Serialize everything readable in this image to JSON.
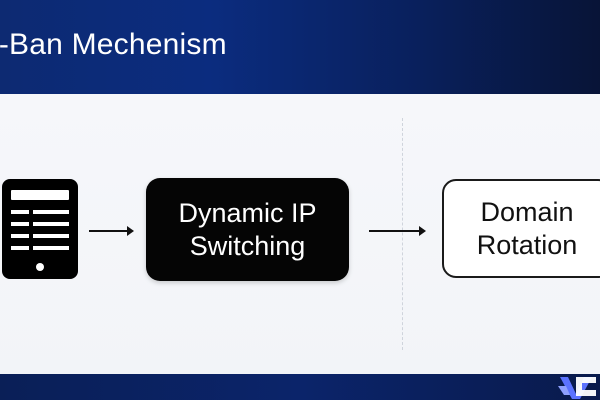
{
  "header": {
    "title": "i-Ban Mechenism"
  },
  "diagram": {
    "source": {
      "icon": "device-icon"
    },
    "nodes": {
      "dynamic_ip": {
        "label": "Dynamic IP\nSwitching"
      },
      "domain_rotation": {
        "label": "Domain\nRotation"
      }
    },
    "arrows": [
      {
        "from": "device",
        "to": "dynamic_ip"
      },
      {
        "from": "dynamic_ip",
        "to": "domain_rotation"
      }
    ]
  },
  "footer": {
    "logo": "logo-icon"
  },
  "colors": {
    "header_blue": "#0b2c7f",
    "footer_blue": "#0b246a",
    "background": "#f3f5f9",
    "dark_node": "#050505",
    "light_node": "#ffffff",
    "text_dark": "#111111",
    "text_light": "#ffffff"
  }
}
